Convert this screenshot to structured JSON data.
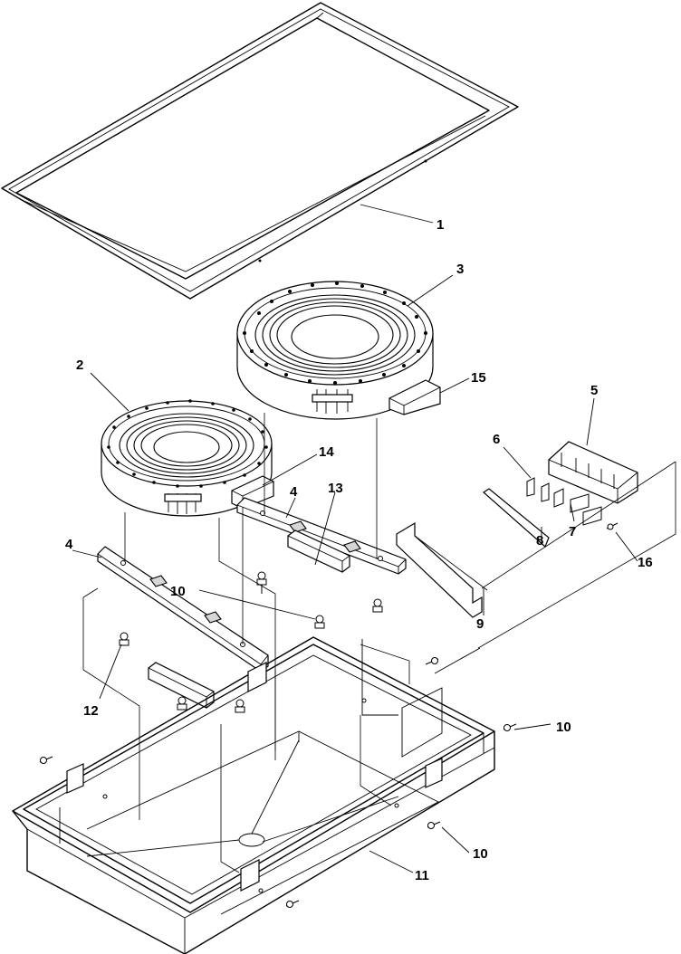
{
  "diagram": {
    "callouts": [
      {
        "id": "c1",
        "text": "1"
      },
      {
        "id": "c2",
        "text": "2"
      },
      {
        "id": "c3",
        "text": "3"
      },
      {
        "id": "c4a",
        "text": "4"
      },
      {
        "id": "c4b",
        "text": "4"
      },
      {
        "id": "c5",
        "text": "5"
      },
      {
        "id": "c6",
        "text": "6"
      },
      {
        "id": "c7",
        "text": "7"
      },
      {
        "id": "c8",
        "text": "8"
      },
      {
        "id": "c9",
        "text": "9"
      },
      {
        "id": "c10a",
        "text": "10"
      },
      {
        "id": "c10b",
        "text": "10"
      },
      {
        "id": "c10c",
        "text": "10"
      },
      {
        "id": "c11",
        "text": "11"
      },
      {
        "id": "c12",
        "text": "12"
      },
      {
        "id": "c13",
        "text": "13"
      },
      {
        "id": "c14",
        "text": "14"
      },
      {
        "id": "c15",
        "text": "15"
      },
      {
        "id": "c16",
        "text": "16"
      }
    ]
  }
}
